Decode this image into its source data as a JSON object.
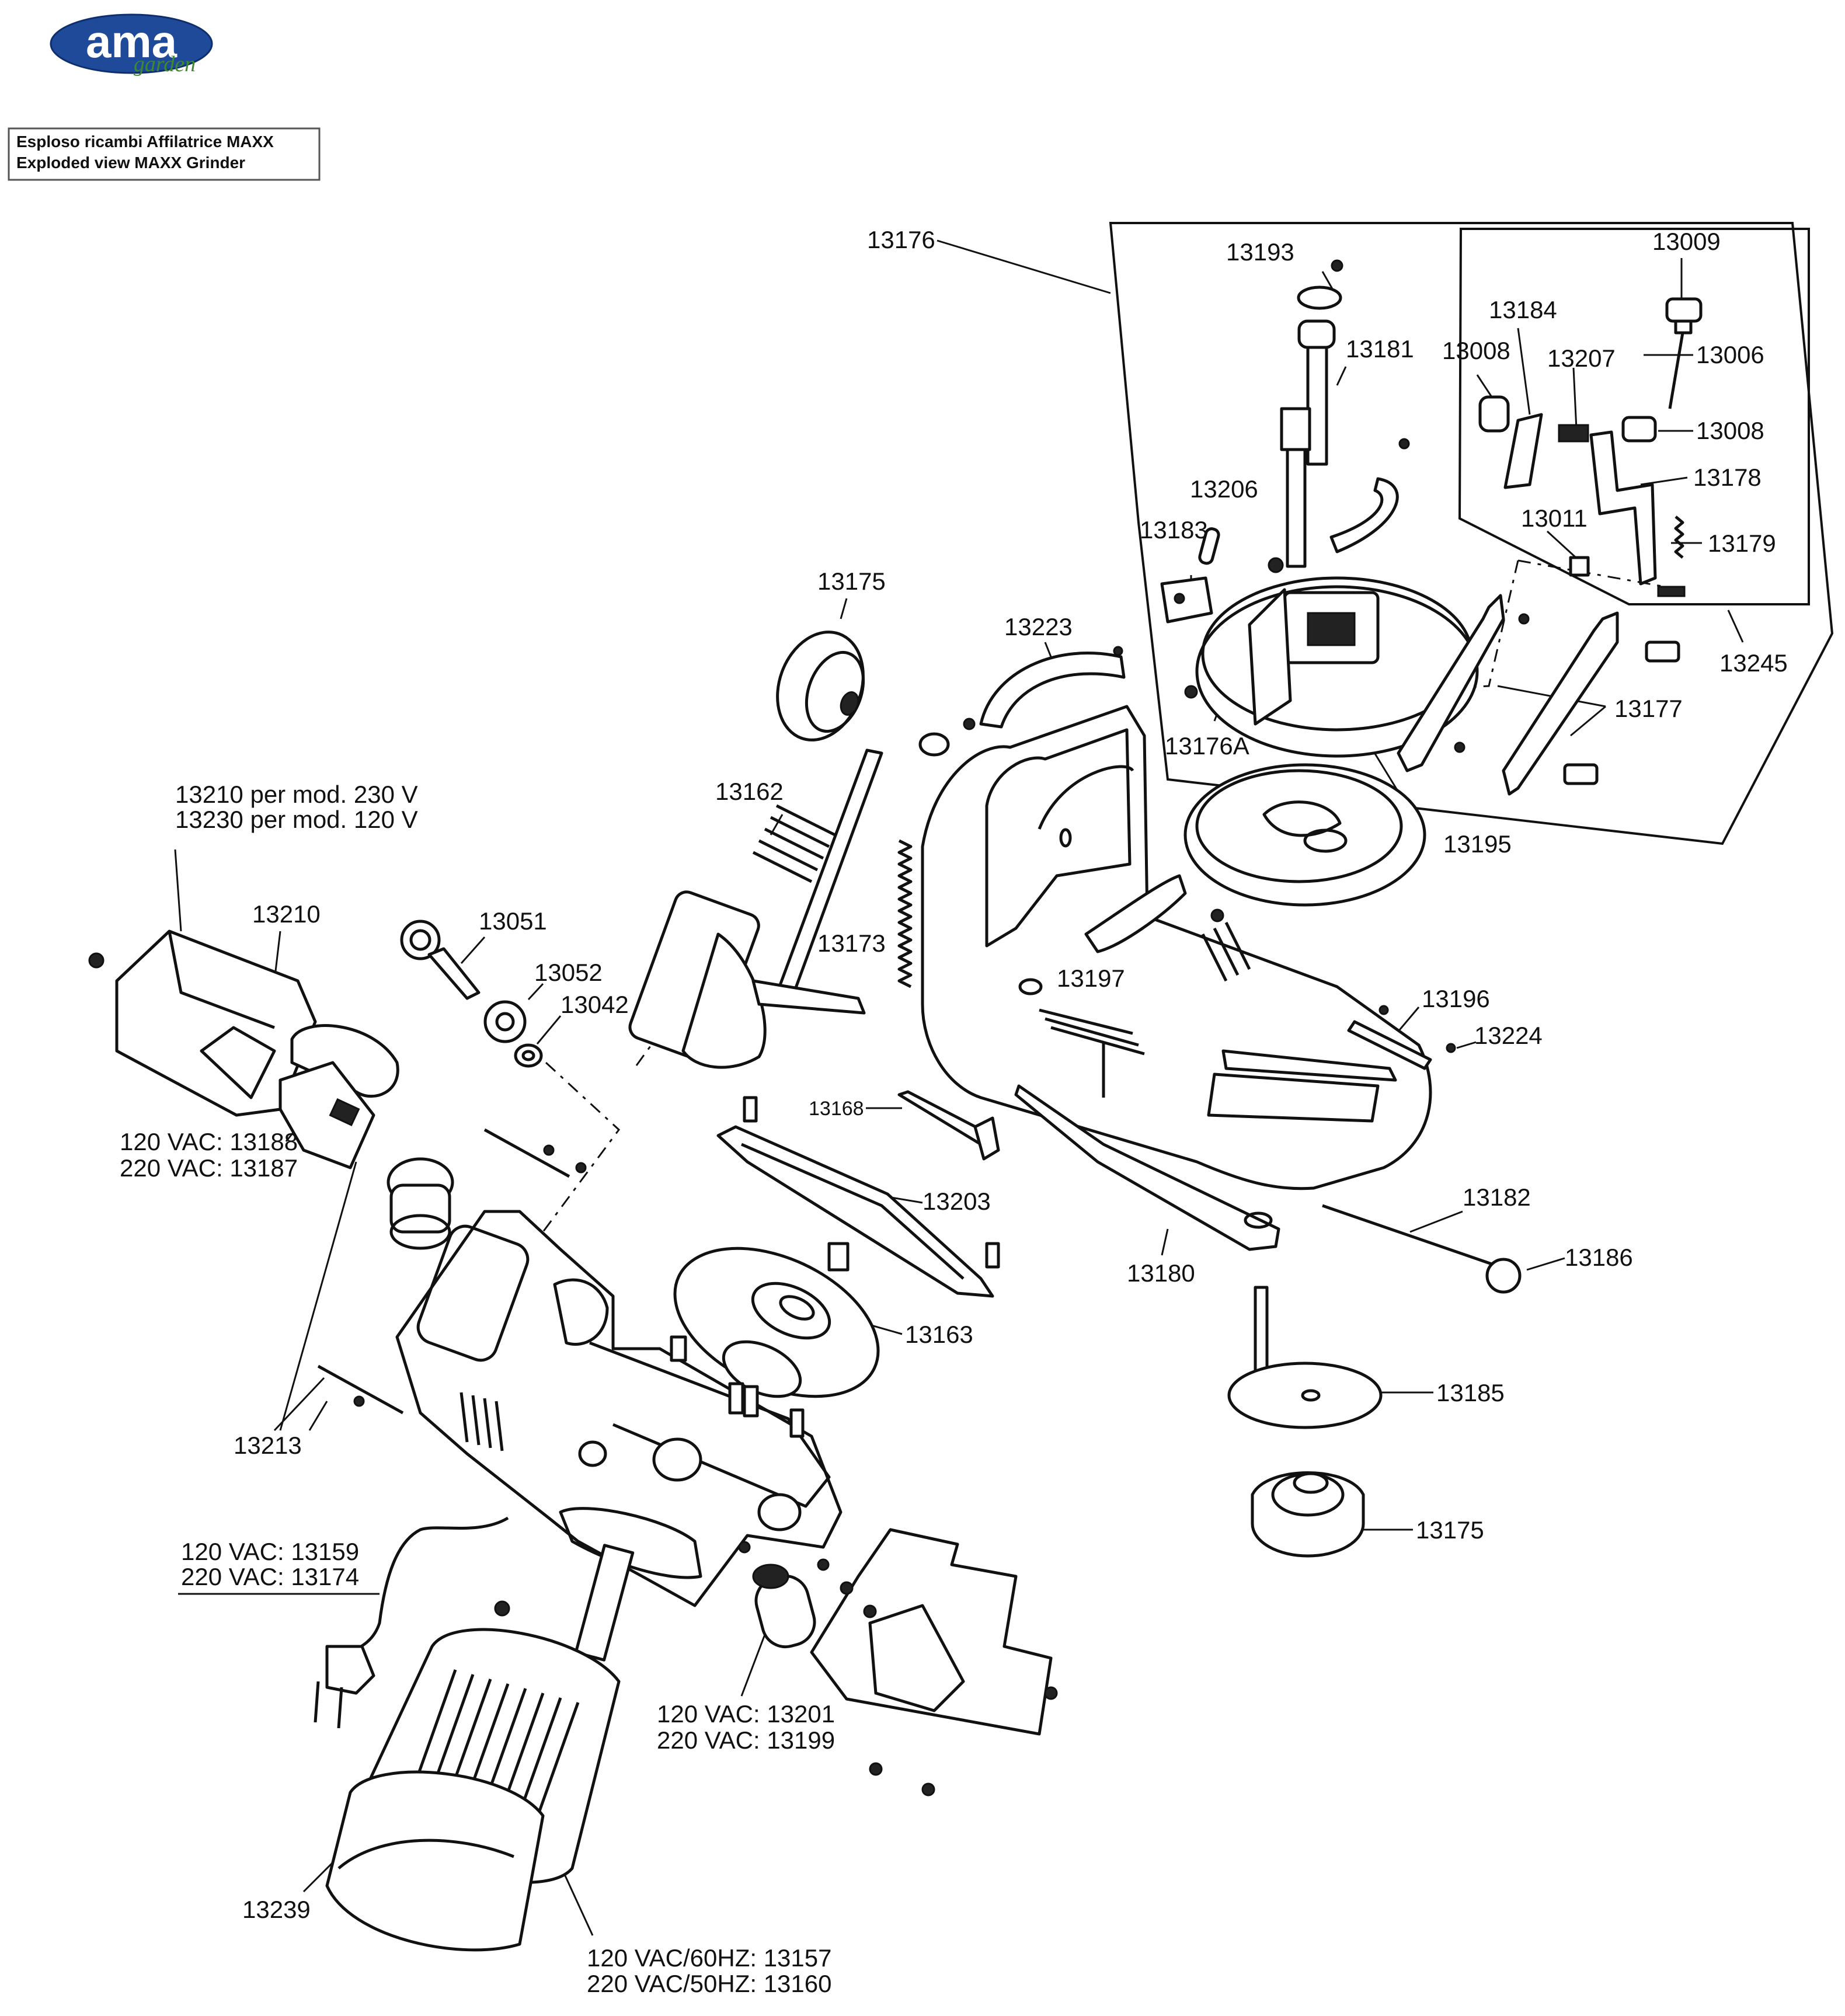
{
  "header": {
    "logo_text": "ama",
    "logo_sub": "garden",
    "title_it": "Esploso ricambi Affilatrice MAXX",
    "title_en": "Exploded  view  MAXX  Grinder"
  },
  "colors": {
    "logo_blue": "#1f4a9a",
    "logo_green": "#3d8a2e",
    "line": "#111111"
  },
  "labels": {
    "p13176": "13176",
    "p13193": "13193",
    "p13009": "13009",
    "p13184": "13184",
    "p13181": "13181",
    "p13008a": "13008",
    "p13207": "13207",
    "p13006": "13006",
    "p13008b": "13008",
    "p13178": "13178",
    "p13206": "13206",
    "p13011": "13011",
    "p13183": "13183",
    "p13179": "13179",
    "p13245": "13245",
    "p13175a": "13175",
    "p13223": "13223",
    "p13176a": "13176A",
    "p13177": "13177",
    "p13195": "13195",
    "p13162": "13162",
    "p13173": "13173",
    "p13210_230": "13210 per mod. 230 V",
    "p13230_120": "13230 per mod. 120 V",
    "p13210": "13210",
    "p13051": "13051",
    "p13052": "13052",
    "p13042": "13042",
    "p13197": "13197",
    "p13196": "13196",
    "p13224": "13224",
    "p13188": "120 VAC: 13188",
    "p13187": "220 VAC: 13187",
    "p13168": "13168",
    "p13203": "13203",
    "p13182": "13182",
    "p13186": "13186",
    "p13180": "13180",
    "p13163": "13163",
    "p13185": "13185",
    "p13213": "13213",
    "p13175b": "13175",
    "p13159": "120 VAC: 13159",
    "p13174": "220 VAC: 13174",
    "p13201": "120 VAC: 13201",
    "p13199": "220 VAC: 13199",
    "p13239": "13239",
    "p13157": "120 VAC/60HZ: 13157",
    "p13160": "220 VAC/50HZ: 13160"
  }
}
